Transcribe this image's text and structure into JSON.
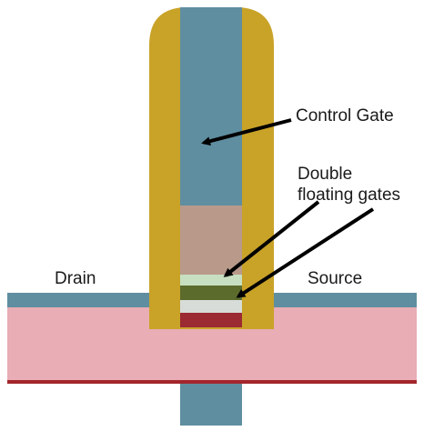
{
  "labels": {
    "control_gate": "Control Gate",
    "double_floating_line1": "Double",
    "double_floating_line2": "floating gates",
    "drain": "Drain",
    "source": "Source"
  },
  "colors": {
    "spacer": "#c9a228",
    "control_gate": "#5f8ea0",
    "interpoly_dielectric": "#b8998a",
    "upper_floating_gate": "#c7dec0",
    "lower_floating_gate": "#5b6b2c",
    "tunnel_oxide": "#d8dcd8",
    "channel": "#9b2a32",
    "substrate": "#e8adb5",
    "drain_source_layer": "#5f8ea0",
    "bottom_line": "#a3262c",
    "arrow": "#000000"
  }
}
